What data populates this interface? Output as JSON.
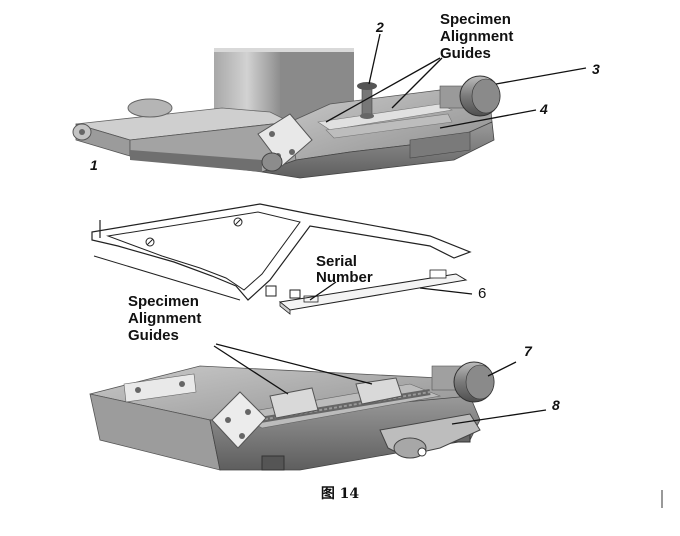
{
  "labels": {
    "guides_top_line1": "Specimen",
    "guides_top_line2": "Alignment",
    "guides_top_line3": "Guides",
    "guides_bottom_line1": "Specimen",
    "guides_bottom_line2": "Alignment",
    "guides_bottom_line3": "Guides",
    "serial_line1": "Serial",
    "serial_line2": "Number",
    "n1": "1",
    "n2": "2",
    "n3": "3",
    "n4": "4",
    "n6": "6",
    "n7": "7",
    "n8": "8"
  },
  "caption": "图 14"
}
